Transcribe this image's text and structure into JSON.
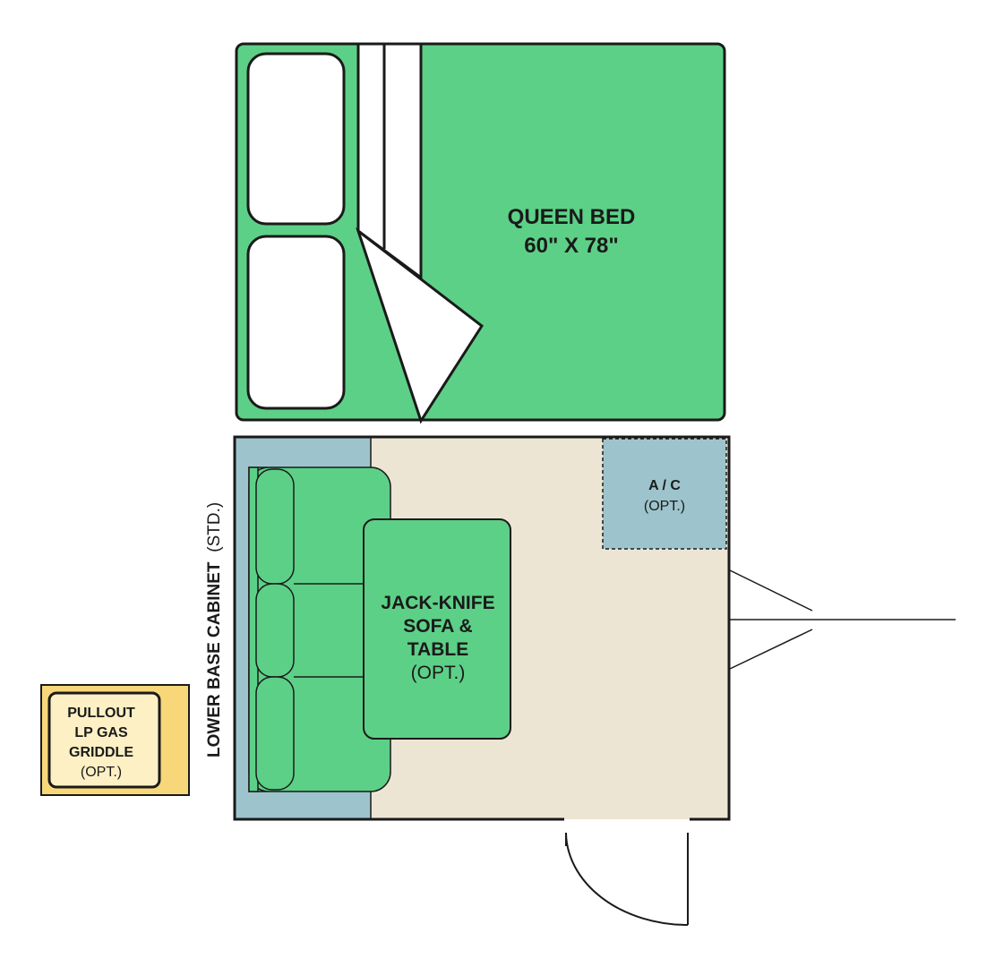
{
  "colors": {
    "bed_green": "#5dd087",
    "floor_beige": "#ede5d4",
    "cabinet_blue": "#9dc4cc",
    "griddle_yellow": "#f8d77a",
    "griddle_inner": "#fcf0c4",
    "outline": "#1a1a1a"
  },
  "bed": {
    "title": "QUEEN BED",
    "size": "60\" X 78\""
  },
  "sofa": {
    "line1": "JACK-KNIFE",
    "line2": "SOFA &",
    "line3": "TABLE",
    "note": "(OPT.)"
  },
  "ac": {
    "label": "A / C",
    "note": "(OPT.)"
  },
  "cabinet": {
    "label": "LOWER BASE CABINET",
    "note": "(STD.)"
  },
  "griddle": {
    "line1": "PULLOUT",
    "line2": "LP GAS",
    "line3": "GRIDDLE",
    "note": "(OPT.)"
  }
}
